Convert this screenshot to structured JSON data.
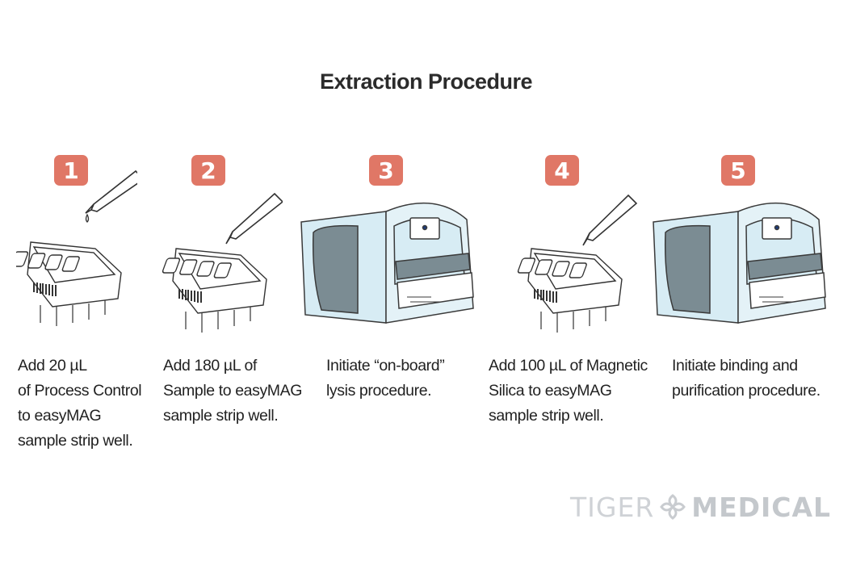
{
  "title": "Extraction Procedure",
  "steps": [
    {
      "number": "1",
      "lines": [
        "Add 20 µL",
        "of Process Control",
        "to easyMAG",
        "sample strip well."
      ]
    },
    {
      "number": "2",
      "lines": [
        "Add 180 µL of",
        "Sample to easyMAG",
        "sample strip well."
      ]
    },
    {
      "number": "3",
      "lines": [
        "Initiate “on-board”",
        "lysis procedure."
      ]
    },
    {
      "number": "4",
      "lines": [
        "Add 100 µL of Magnetic",
        "Silica to easyMAG",
        "sample strip well."
      ]
    },
    {
      "number": "5",
      "lines": [
        "Initiate binding and",
        "purification procedure."
      ]
    }
  ],
  "logo": {
    "part1": "TIGER",
    "part2": "MEDICAL"
  },
  "colors": {
    "badge": "#e07766",
    "instrument_blue": "#d7ecf4",
    "instrument_gray": "#7b8c93"
  }
}
